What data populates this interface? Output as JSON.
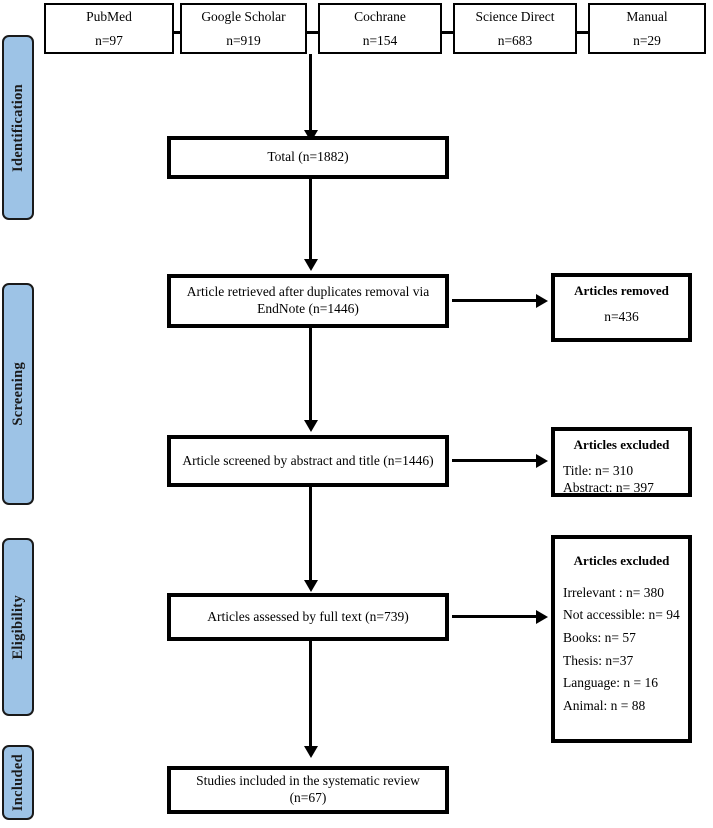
{
  "diagram": {
    "type": "prisma-flow-diagram",
    "stages": [
      {
        "label": "Identification"
      },
      {
        "label": "Screening"
      },
      {
        "label": "Eligibility"
      },
      {
        "label": "Included"
      }
    ],
    "sources": [
      {
        "name": "PubMed",
        "count": "n=97"
      },
      {
        "name": "Google Scholar",
        "count": "n=919"
      },
      {
        "name": "Cochrane",
        "count": "n=154"
      },
      {
        "name": "Science Direct",
        "count": "n=683"
      },
      {
        "name": "Manual",
        "count": "n=29"
      }
    ],
    "flow": {
      "total": "Total (n=1882)",
      "dedup": "Article retrieved after duplicates removal via EndNote (n=1446)",
      "screened": "Article screened by abstract and title (n=1446)",
      "fulltext": "Articles assessed by full text (n=739)",
      "included": "Studies included in the systematic review (n=67)"
    },
    "removed_box": {
      "title": "Articles removed",
      "value": "n=436"
    },
    "excluded_screening": {
      "title": "Articles excluded",
      "lines": [
        "Title: n= 310",
        "Abstract: n= 397"
      ]
    },
    "excluded_eligibility": {
      "title": "Articles excluded",
      "lines": [
        "Irrelevant : n= 380",
        "Not accessible: n= 94",
        "Books: n= 57",
        "Thesis: n=37",
        "Language: n = 16",
        "Animal: n = 88"
      ]
    },
    "colors": {
      "stage_fill": "#9dc3e6",
      "border": "#000000",
      "background": "#ffffff"
    }
  }
}
